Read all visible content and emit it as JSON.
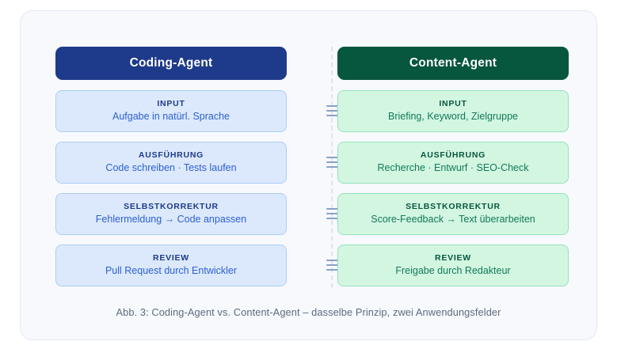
{
  "figure": {
    "caption": "Abb. 3: Coding-Agent vs. Content-Agent – dasselbe Prinzip, zwei Anwendungsfelder",
    "equivalence_marker": "≡",
    "colors": {
      "page_background": "#ffffff",
      "card_background": "#f7f9fc",
      "card_border": "#e3e9f2",
      "blue_header": "#1e3a8a",
      "green_header": "#07563e",
      "blue_stage_fill": "#dce9fd",
      "blue_stage_border": "#a9cdf7",
      "green_stage_fill": "#d3f6e1",
      "green_stage_border": "#95e3bb",
      "blue_label_text": "#1e3a8a",
      "blue_desc_text": "#2c5fd0",
      "green_label_text": "#07563e",
      "green_desc_text": "#107a58",
      "divider": "#dde4ee",
      "equivalence_bars": "#8ba1c4",
      "caption_text": "#5d6b80"
    }
  },
  "columns": [
    {
      "id": "coding-agent",
      "title": "Coding-Agent",
      "stages": [
        {
          "label": "INPUT",
          "desc": "Aufgabe in natürl. Sprache"
        },
        {
          "label": "AUSFÜHRUNG",
          "desc": "Code schreiben · Tests laufen"
        },
        {
          "label": "SELBSTKORREKTUR",
          "desc": "Fehlermeldung → Code anpassen"
        },
        {
          "label": "REVIEW",
          "desc": "Pull Request durch Entwickler"
        }
      ]
    },
    {
      "id": "content-agent",
      "title": "Content-Agent",
      "stages": [
        {
          "label": "INPUT",
          "desc": "Briefing, Keyword, Zielgruppe"
        },
        {
          "label": "AUSFÜHRUNG",
          "desc": "Recherche · Entwurf · SEO-Check"
        },
        {
          "label": "SELBSTKORREKTUR",
          "desc": "Score-Feedback → Text überarbeiten"
        },
        {
          "label": "REVIEW",
          "desc": "Freigabe durch Redakteur"
        }
      ]
    }
  ]
}
